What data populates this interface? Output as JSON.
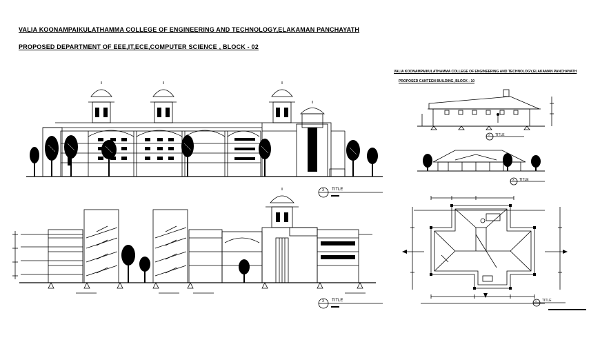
{
  "titles": {
    "college": "VALIA KOONAMPAIKULATHAMMA COLLEGE OF ENGINEERING AND TECHNOLOGY,ELAKAMAN PANCHAYATH",
    "block_02": "PROPOSED DEPARTMENT OF EEE,IT,ECE,COMPUTER SCIENCE , BLOCK - 02",
    "canteen_college": "VALIA KOONAMPAIKULATHAMMA COLLEGE OF ENGINEERING AND TECHNOLOGY,ELAKAMAN PANCHAYATH",
    "canteen_block": "PROPOSED CANTEEN BUILDING, BLOCK - 10"
  },
  "view_labels": [
    {
      "key": "front-elevation",
      "symbol": "X",
      "text": "TITLE"
    },
    {
      "key": "section",
      "symbol": "X",
      "text": "TITLE"
    },
    {
      "key": "canteen-side-elevation",
      "symbol": "X",
      "text": "TITLE"
    },
    {
      "key": "canteen-front-elevation",
      "symbol": "X",
      "text": "TITLE"
    },
    {
      "key": "canteen-plan",
      "symbol": "X",
      "text": "TITLE"
    }
  ],
  "colors": {
    "line": "#000000",
    "background": "#ffffff"
  }
}
